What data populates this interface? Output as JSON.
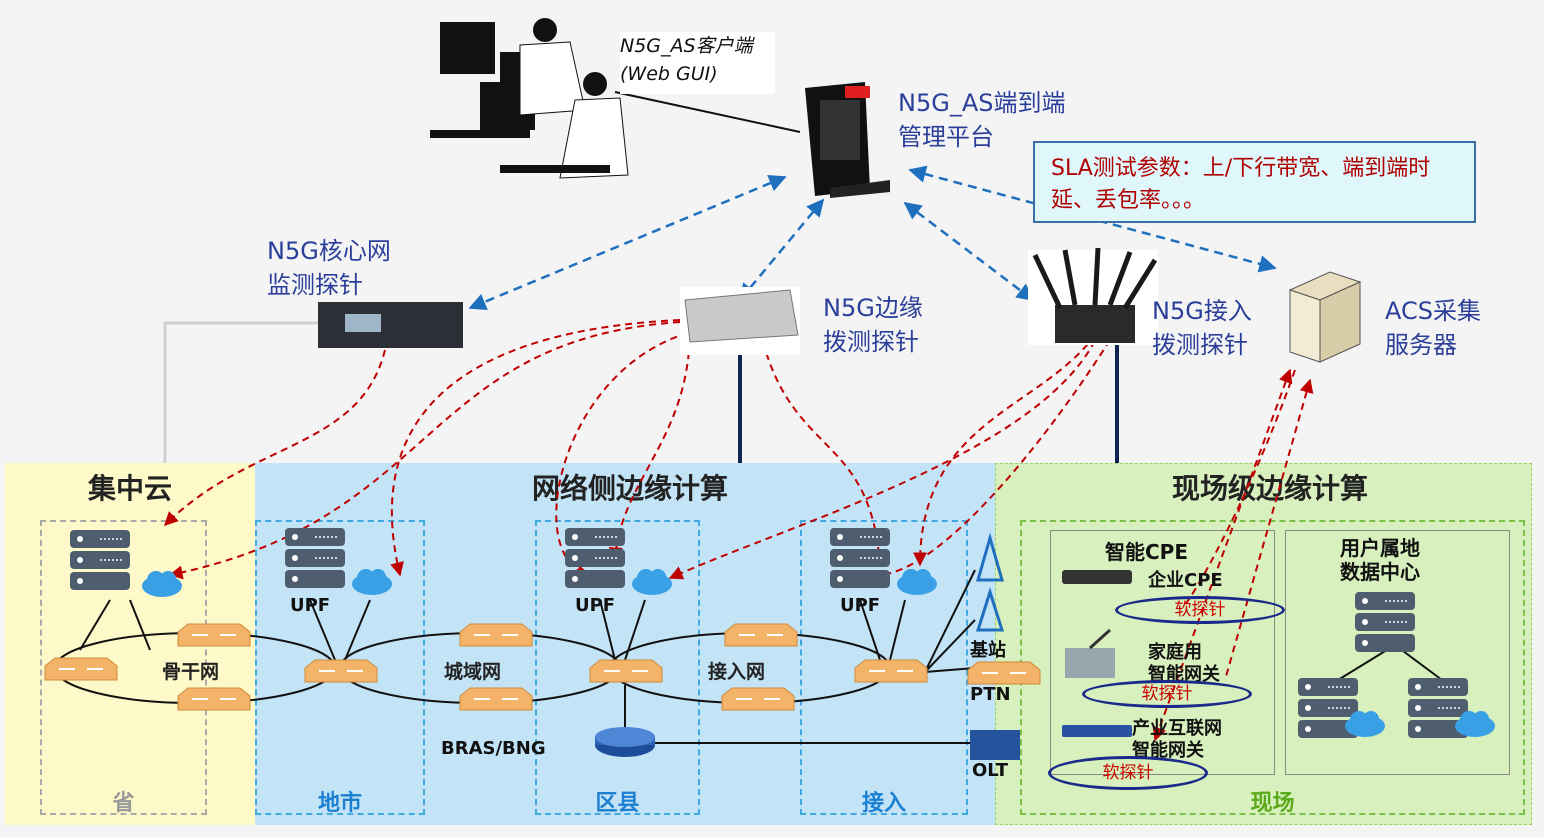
{
  "top": {
    "client_label_line1": "N5G_AS客户端",
    "client_label_line2": "(Web GUI)",
    "platform_label_line1": "N5G_AS端到端",
    "platform_label_line2": "管理平台",
    "sla_note": "SLA测试参数：上/下行带宽、端到端时延、丢包率。。。"
  },
  "probes": {
    "core_line1": "N5G核心网",
    "core_line2": "监测探针",
    "edge_line1": "N5G边缘",
    "edge_line2": "拨测探针",
    "access_line1": "N5G接入",
    "access_line2": "拨测探针",
    "acs_line1": "ACS采集",
    "acs_line2": "服务器"
  },
  "zones": {
    "cloud_title": "集中云",
    "net_edge_title": "网络侧边缘计算",
    "site_edge_title": "现场级边缘计算"
  },
  "areas": {
    "province": "省",
    "city": "地市",
    "county": "区县",
    "access": "接入",
    "site": "现场"
  },
  "network": {
    "backbone": "骨干网",
    "metro": "城域网",
    "access_net": "接入网",
    "upf": "UPF",
    "bras": "BRAS/BNG",
    "base_station": "基站",
    "ptn": "PTN",
    "olt": "OLT"
  },
  "site": {
    "smart_cpe": "智能CPE",
    "enterprise_cpe": "企业CPE",
    "home_gw_line1": "家庭用",
    "home_gw_line2": "智能网关",
    "industry_gw_line1": "产业互联网",
    "industry_gw_line2": "智能网关",
    "soft_probe": "软探针",
    "user_dc_line1": "用户属地",
    "user_dc_line2": "数据中心"
  },
  "colors": {
    "blue_arrow": "#1f6fbf",
    "red_arrow": "#c00000",
    "label_blue": "#2b3f9a",
    "cloud_bg": "#fdf9c8",
    "net_edge_bg": "#bfe3f8",
    "site_bg": "#d6efb8"
  }
}
